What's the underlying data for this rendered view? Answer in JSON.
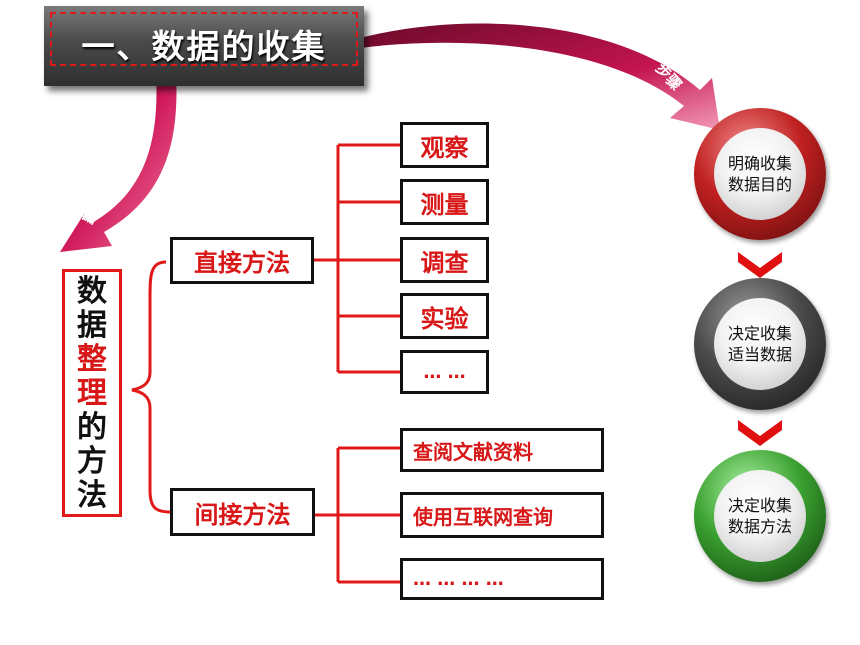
{
  "title": "一、数据的收集",
  "arrow_labels": {
    "method": "整理方法",
    "steps": "步骤"
  },
  "organize": {
    "chars": [
      "数",
      "据",
      "整",
      "理",
      "的",
      "方",
      "法"
    ],
    "highlight": [
      2,
      3
    ]
  },
  "methods": {
    "direct": {
      "label": "直接方法",
      "items": [
        "观察",
        "测量",
        "调查",
        "实验",
        "… …"
      ]
    },
    "indirect": {
      "label": "间接方法",
      "items": [
        "查阅文献资料",
        "使用互联网查询",
        "… … … …"
      ]
    }
  },
  "steps": [
    {
      "line1": "明确收集",
      "line2": "数据目的",
      "ring": "red"
    },
    {
      "line1": "决定收集",
      "line2": "适当数据",
      "ring": "dark"
    },
    {
      "line1": "决定收集",
      "line2": "数据方法",
      "ring": "green"
    }
  ],
  "colors": {
    "accent": "#d81818",
    "arrow": "#b8104a",
    "chevron": "#e01010"
  }
}
